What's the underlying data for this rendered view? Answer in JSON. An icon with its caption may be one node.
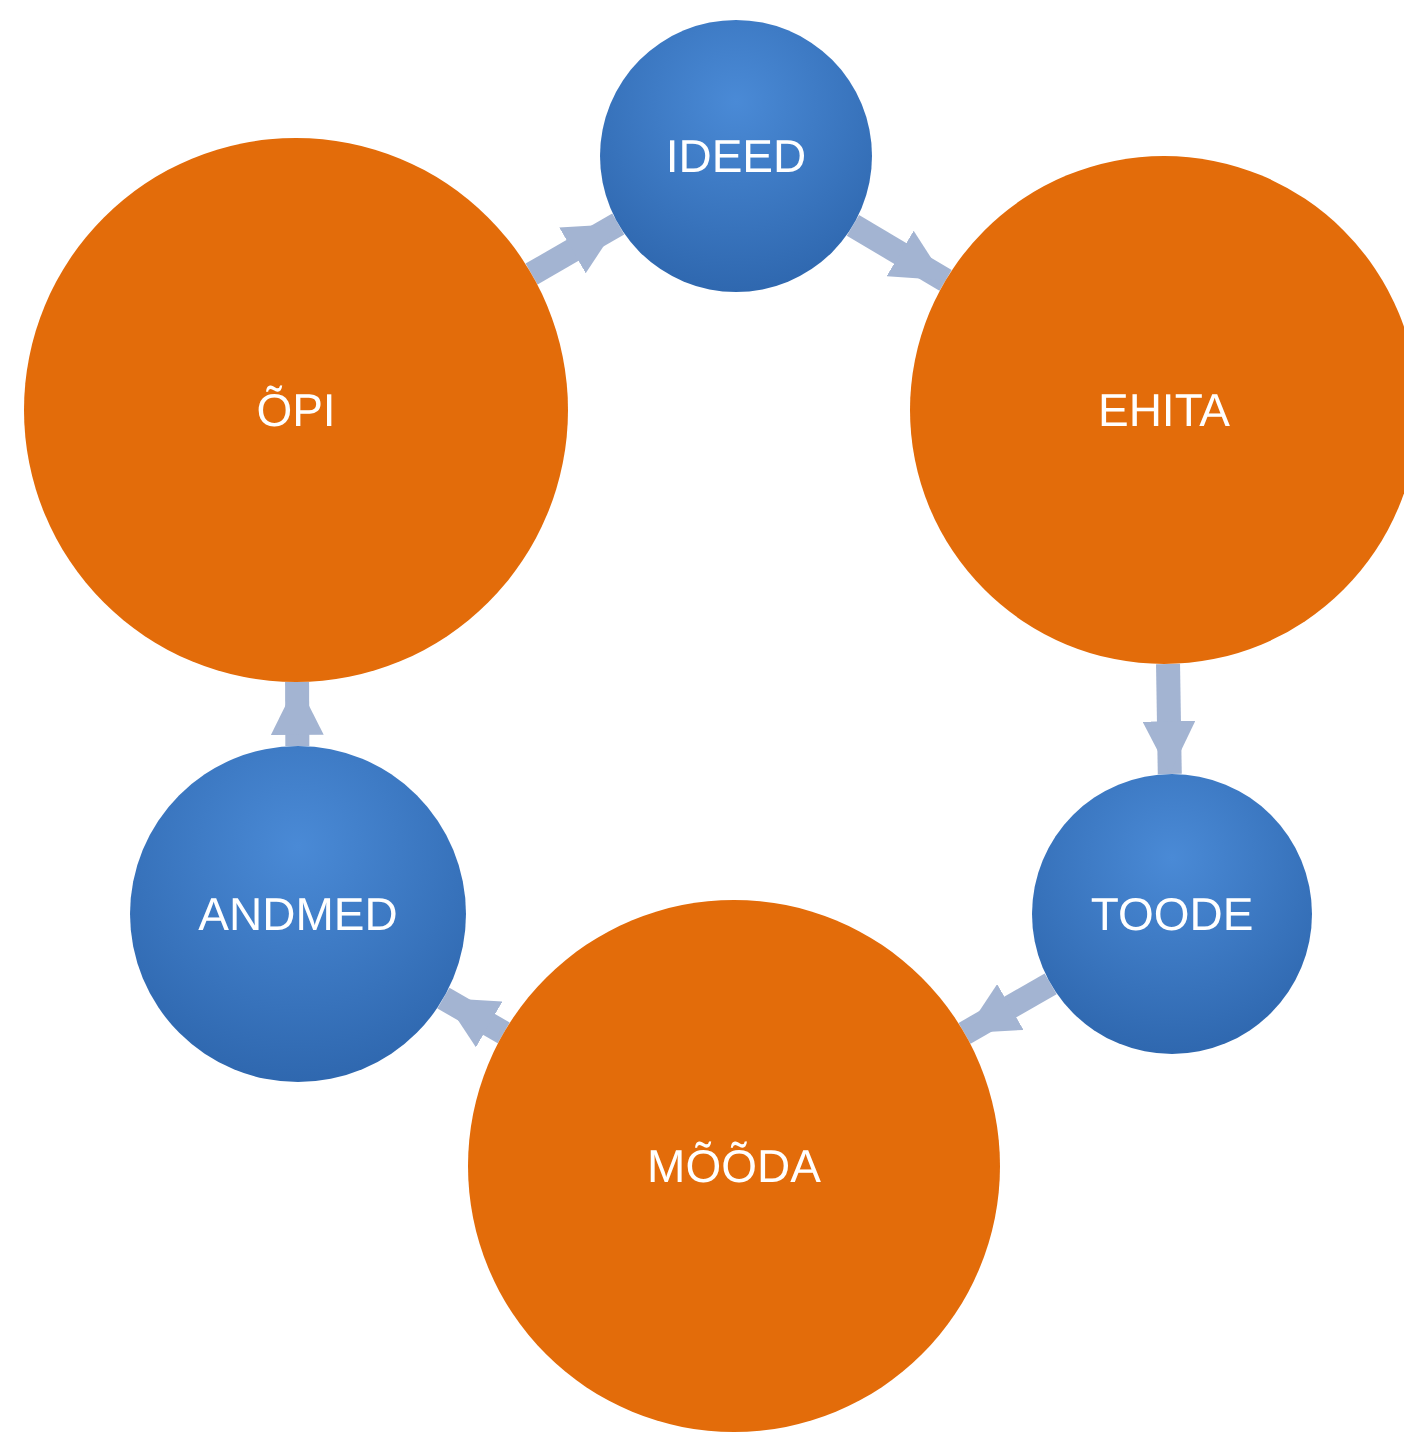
{
  "diagram": {
    "nodes": [
      {
        "text": [
          "IDEED"
        ]
      },
      {
        "text": [
          "EHITA"
        ]
      },
      {
        "text": [
          "TOODE"
        ]
      },
      {
        "text": [
          "MÕÕDA"
        ]
      },
      {
        "text": [
          "ANDMED"
        ]
      },
      {
        "text": [
          "ÕPI"
        ]
      }
    ],
    "edges": [
      {
        "from": 5,
        "to": 0,
        "arrow": "to"
      },
      {
        "from": 0,
        "to": 1,
        "arrow": "to"
      },
      {
        "from": 1,
        "to": 2,
        "arrow": "to"
      },
      {
        "from": 2,
        "to": 3,
        "arrow": "to"
      },
      {
        "from": 3,
        "to": 4,
        "arrow": "to"
      },
      {
        "from": 4,
        "to": 5,
        "arrow": "to"
      }
    ]
  }
}
